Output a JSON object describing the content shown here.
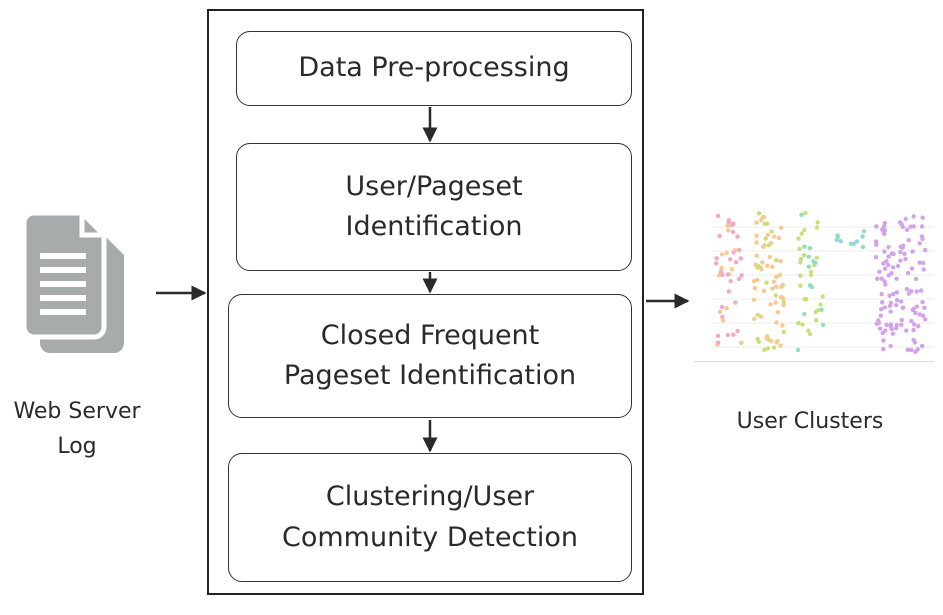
{
  "input": {
    "label": "Web Server\nLog",
    "icon": "document-copies-icon",
    "icon_color": "#a7abab"
  },
  "steps": [
    {
      "label": "Data Pre-processing"
    },
    {
      "label": "User/Pageset\nIdentification"
    },
    {
      "label": "Closed Frequent\nPageset Identification"
    },
    {
      "label": "Clustering/User\nCommunity Detection"
    }
  ],
  "output": {
    "label": "User Clusters",
    "image": "scatter-plot-thumbnail",
    "cluster_colors": [
      "#f4a7c4",
      "#f7c98f",
      "#c9e07a",
      "#8fe0b8",
      "#8fd6e8",
      "#d3a3ea"
    ]
  }
}
